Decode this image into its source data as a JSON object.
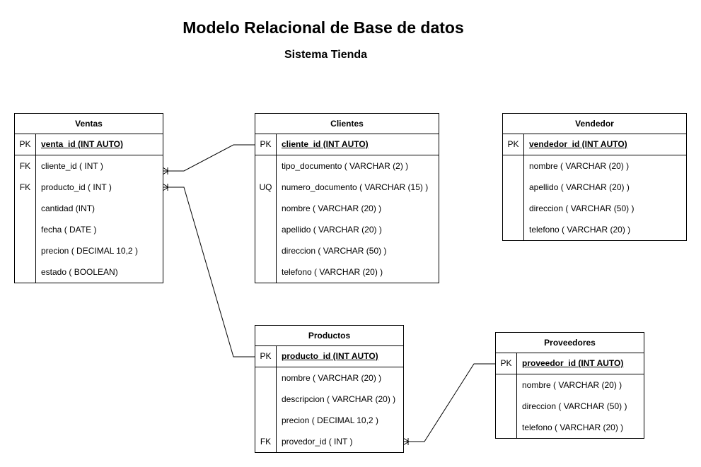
{
  "title": "Modelo Relacional de Base de datos",
  "subtitle": "Sistema Tienda",
  "tables": {
    "ventas": {
      "name": "Ventas",
      "pk": {
        "key": "PK",
        "field": "venta_id (INT AUTO)"
      },
      "rows": [
        {
          "key": "FK",
          "field": "cliente_id ( INT  )"
        },
        {
          "key": "FK",
          "field": "producto_id ( INT )"
        },
        {
          "key": "",
          "field": "cantidad (INT)"
        },
        {
          "key": "",
          "field": "fecha ( DATE )"
        },
        {
          "key": "",
          "field": "precion  ( DECIMAL 10,2 )"
        },
        {
          "key": "",
          "field": "estado ( BOOLEAN)"
        }
      ]
    },
    "clientes": {
      "name": "Clientes",
      "pk": {
        "key": "PK",
        "field": "cliente_id (INT AUTO)"
      },
      "rows": [
        {
          "key": "",
          "field": "tipo_documento ( VARCHAR (2) )"
        },
        {
          "key": "UQ",
          "field": "numero_documento ( VARCHAR (15) )"
        },
        {
          "key": "",
          "field": "nombre ( VARCHAR (20) )"
        },
        {
          "key": "",
          "field": "apellido ( VARCHAR (20) )"
        },
        {
          "key": "",
          "field": "direccion ( VARCHAR (50) )"
        },
        {
          "key": "",
          "field": "telefono ( VARCHAR (20) )"
        }
      ]
    },
    "vendedor": {
      "name": "Vendedor",
      "pk": {
        "key": "PK",
        "field": "vendedor_id (INT AUTO)"
      },
      "rows": [
        {
          "key": "",
          "field": "nombre ( VARCHAR (20) )"
        },
        {
          "key": "",
          "field": "apellido ( VARCHAR (20) )"
        },
        {
          "key": "",
          "field": "direccion ( VARCHAR (50) )"
        },
        {
          "key": "",
          "field": "telefono ( VARCHAR (20) )"
        }
      ]
    },
    "productos": {
      "name": "Productos",
      "pk": {
        "key": "PK",
        "field": "producto_id (INT AUTO)"
      },
      "rows": [
        {
          "key": "",
          "field": "nombre ( VARCHAR (20) )"
        },
        {
          "key": "",
          "field": "descripcion ( VARCHAR (20) )"
        },
        {
          "key": "",
          "field": "precion  ( DECIMAL 10,2 )"
        },
        {
          "key": "FK",
          "field": "provedor_id ( INT )"
        }
      ]
    },
    "proveedores": {
      "name": "Proveedores",
      "pk": {
        "key": "PK",
        "field": "proveedor_id (INT AUTO)"
      },
      "rows": [
        {
          "key": "",
          "field": "nombre ( VARCHAR (20) )"
        },
        {
          "key": "",
          "field": "direccion ( VARCHAR (50) )"
        },
        {
          "key": "",
          "field": "telefono ( VARCHAR (20) )"
        }
      ]
    }
  },
  "relationships": [
    {
      "from": "Ventas.cliente_id",
      "to": "Clientes.cliente_id",
      "cardinality": "many-to-one"
    },
    {
      "from": "Ventas.producto_id",
      "to": "Productos.producto_id",
      "cardinality": "many-to-one"
    },
    {
      "from": "Productos.provedor_id",
      "to": "Proveedores.proveedor_id",
      "cardinality": "many-to-one"
    }
  ]
}
